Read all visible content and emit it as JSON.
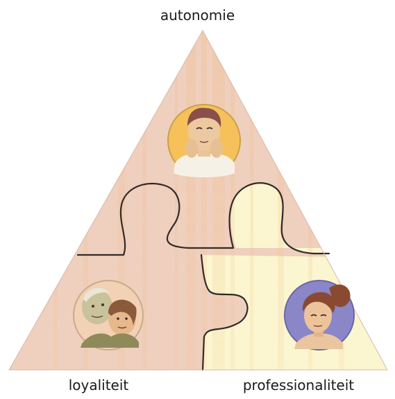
{
  "labels": {
    "top": "autonomie",
    "bottom_left": "loyaliteit",
    "bottom_right": "professionaliteit"
  },
  "colors": {
    "pink_piece": "#efcfbd",
    "cream_piece": "#fbf6cf",
    "grain": "#f4bf8c",
    "outline": "#2f2a2a",
    "portrait_top_bg": "#f6c15a",
    "portrait_left_bg": "#f2d1b5",
    "portrait_right_bg": "#8a86c8"
  },
  "icons": [
    "portrait-man-icon",
    "portrait-elderly-couple-icon",
    "portrait-woman-ponytail-icon"
  ]
}
